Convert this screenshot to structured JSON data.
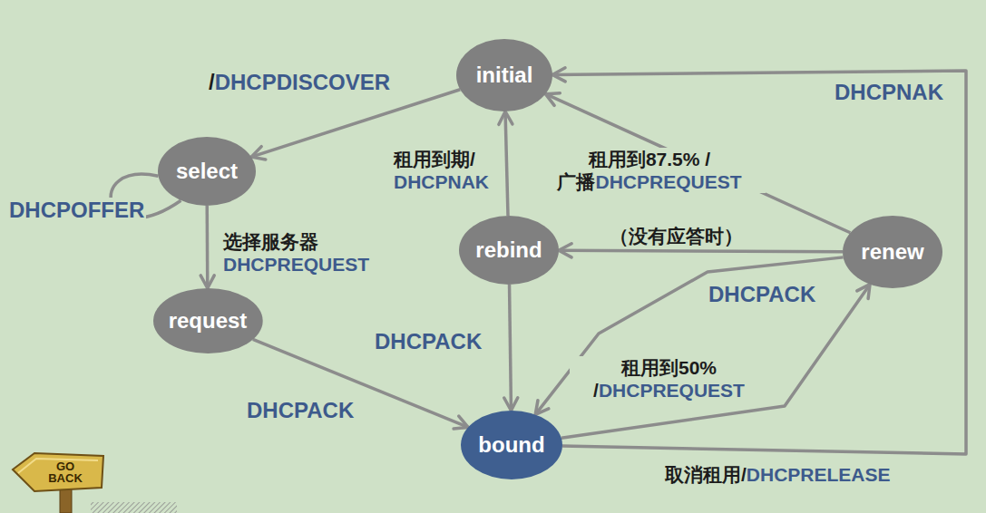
{
  "diagram": {
    "nodes": [
      {
        "text": [
          "initial"
        ]
      },
      {
        "text": [
          "select"
        ]
      },
      {
        "text": [
          "rebind"
        ]
      },
      {
        "text": [
          "renew"
        ]
      },
      {
        "text": [
          "request"
        ]
      },
      {
        "text": [
          "bound"
        ]
      }
    ],
    "edges": [
      {
        "from": 0,
        "to": 1,
        "label": "/DHCPDISCOVER",
        "arrow": "to"
      },
      {
        "from": 1,
        "to": 1,
        "label": "DHCPOFFER",
        "arrow": "none"
      },
      {
        "from": 1,
        "to": 4,
        "label": "选择服务器 DHCPREQUEST",
        "arrow": "to"
      },
      {
        "from": 4,
        "to": 5,
        "label": "DHCPACK",
        "arrow": "to"
      },
      {
        "from": 5,
        "to": 3,
        "label": "租用到50% /DHCPREQUEST",
        "arrow": "to"
      },
      {
        "from": 3,
        "to": 5,
        "label": "DHCPACK",
        "arrow": "to"
      },
      {
        "from": 3,
        "to": 0,
        "label": "租用到87.5% /广播DHCPREQUEST",
        "arrow": "to"
      },
      {
        "from": 3,
        "to": 2,
        "label": "（没有应答时）",
        "arrow": "to"
      },
      {
        "from": 2,
        "to": 0,
        "label": "租用到期/ DHCPNAK",
        "arrow": "to"
      },
      {
        "from": 2,
        "to": 5,
        "label": "DHCPACK",
        "arrow": "to"
      },
      {
        "from": 5,
        "to": 0,
        "label": "取消租用/DHCPRELEASE",
        "arrow": "to"
      }
    ],
    "labels": [
      "DHCPNAK",
      "GO BACK"
    ]
  }
}
